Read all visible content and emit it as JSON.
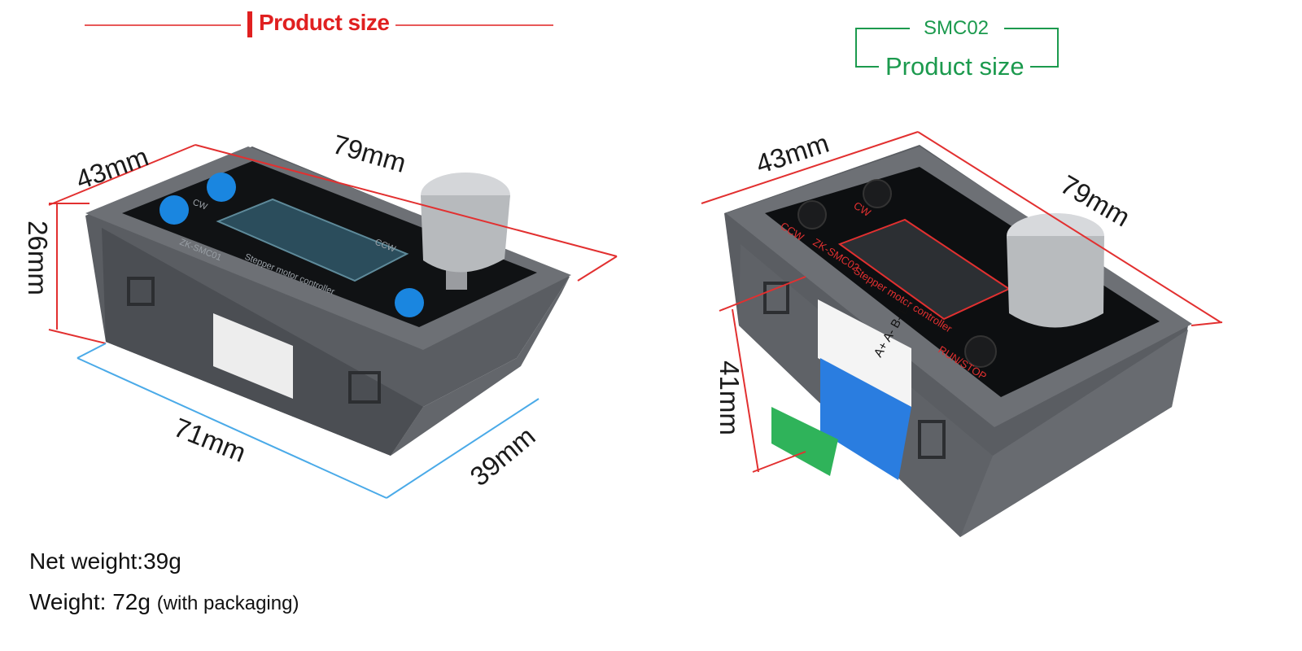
{
  "left": {
    "title": "Product size",
    "dims": {
      "width": "43mm",
      "length": "79mm",
      "height": "26mm",
      "base_length": "71mm",
      "depth": "39mm"
    },
    "device_labels": {
      "cw": "CW",
      "ccw": "CCW",
      "model": "ZK-SMC01",
      "subtitle": "Stepper motor controller"
    },
    "weights": {
      "net": "Net weight:39g",
      "gross": "Weight: 72g",
      "gross_note": "(with packaging)"
    }
  },
  "right": {
    "model": "SMC02",
    "title": "Product size",
    "dims": {
      "width": "43mm",
      "length": "79mm",
      "height": "41mm"
    },
    "device_labels": {
      "cw": "CW",
      "ccw": "CCW",
      "model": "ZK-SMC02",
      "subtitle": "Stepper motor controller",
      "runstop": "RUN/STOP",
      "terminals": "A+ A- B- B+"
    }
  },
  "colors": {
    "red_accent": "#e02020",
    "green_accent": "#1c9a4e",
    "blue_dimension": "#4aaae8",
    "red_dimension": "#e23030"
  }
}
